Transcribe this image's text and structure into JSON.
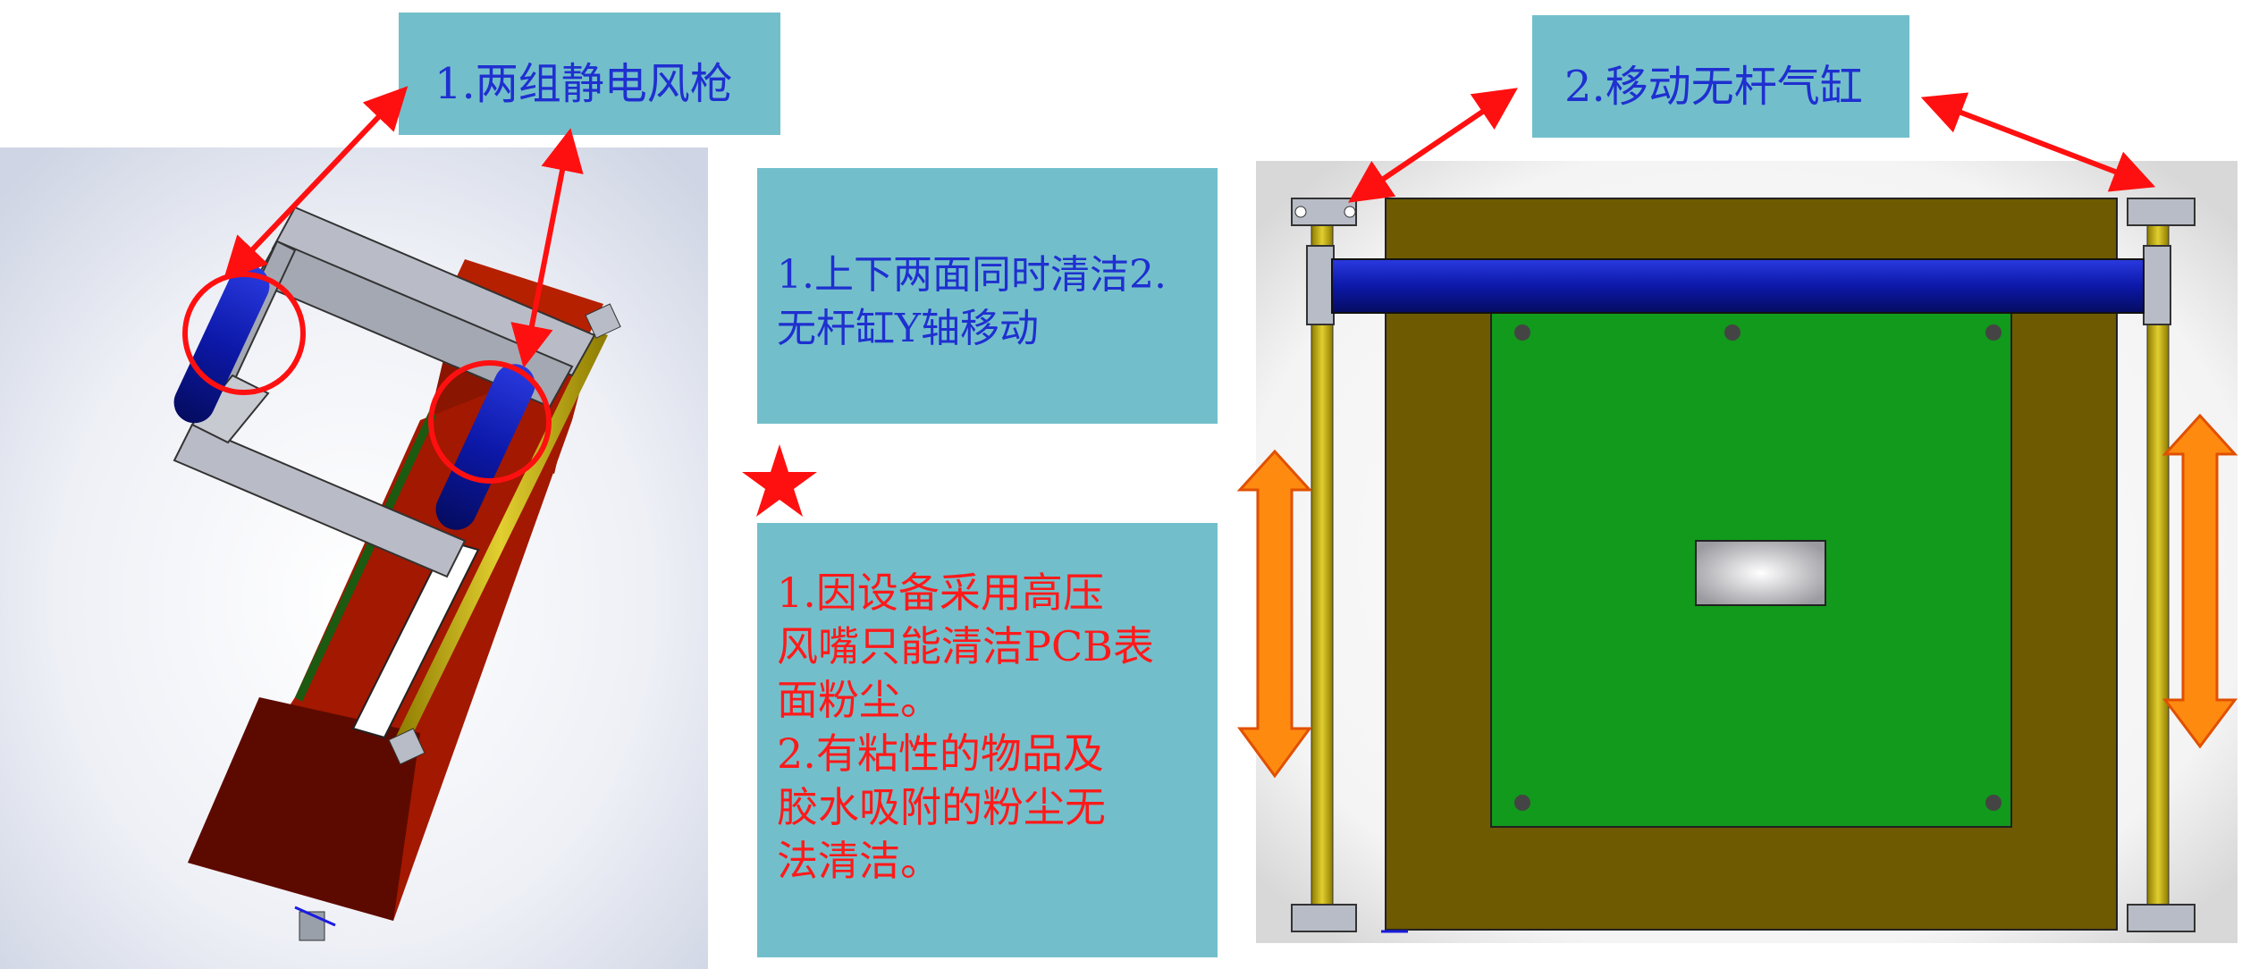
{
  "labels": {
    "label1": "1.两组静电风枪",
    "label2": "2.移动无杆气缸"
  },
  "info_box": {
    "text": "1.上下两面同时清洁2.无杆缸Y轴移动"
  },
  "note_box": {
    "line1": "1.因设备采用高压",
    "line2": "风嘴只能清洁PCB表",
    "line3": "面粉尘。",
    "line4": "2.有粘性的物品及",
    "line5": "胶水吸附的粉尘无",
    "line6": "法清洁。"
  },
  "colors": {
    "box_bg": "#72bfcb",
    "label_text": "#1f2fd0",
    "note_text": "#ff1a1a",
    "arrow_red": "#ff1010",
    "arrow_orange": "#ff8a10",
    "base_olive": "#6e5a00",
    "pcb_green": "#119a1b",
    "rod_blue": "#0a1aa8",
    "frame_red": "#a01a00"
  }
}
